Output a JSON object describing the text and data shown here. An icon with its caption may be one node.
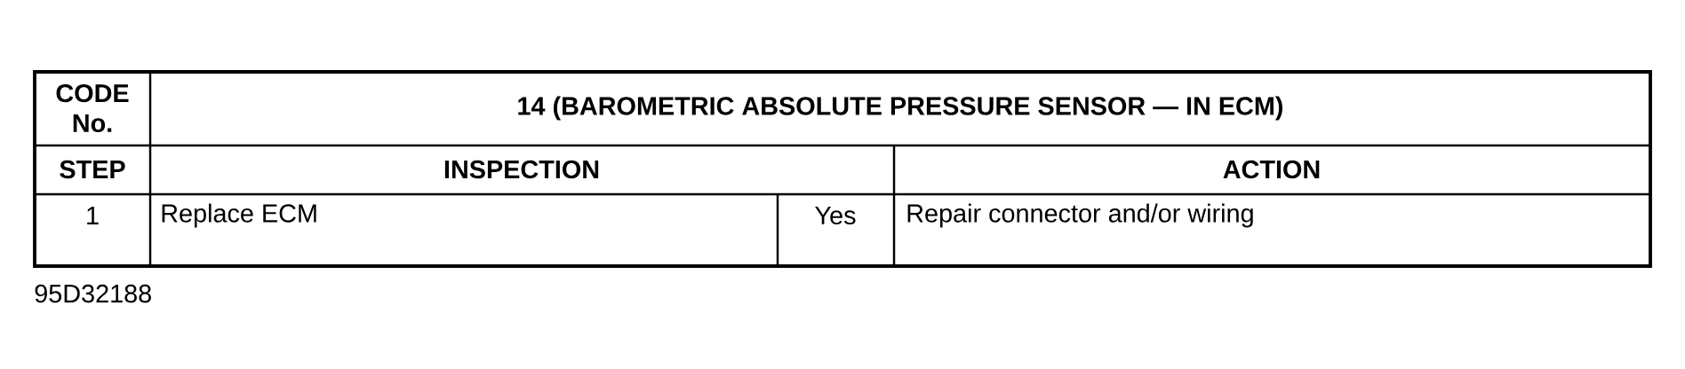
{
  "diagram": {
    "labels": [
      "CODE No.",
      "14 (BAROMETRIC ABSOLUTE PRESSURE SENSOR — IN ECM)",
      "STEP",
      "INSPECTION",
      "ACTION",
      "1",
      "Replace ECM",
      "Yes",
      "Repair connector and/or wiring",
      "95D32188"
    ]
  }
}
